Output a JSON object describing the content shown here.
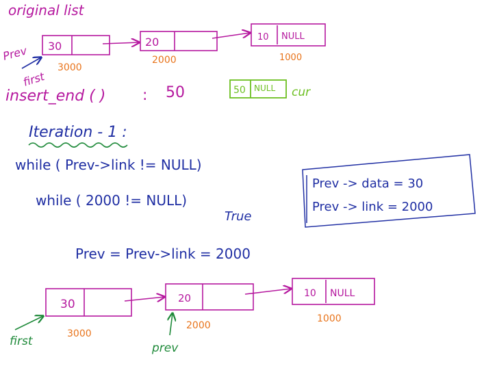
{
  "original": {
    "title": "original list",
    "nodes": [
      {
        "data": "30",
        "link": "",
        "addr": "3000"
      },
      {
        "data": "20",
        "link": "",
        "addr": "2000"
      },
      {
        "data": "10",
        "link": "NULL",
        "addr": "1000"
      }
    ],
    "prev_label": "Prev",
    "first_label": "first"
  },
  "insert": {
    "call": "insert_end ( )",
    "colon": ":",
    "value": "50",
    "new_node": {
      "data": "50",
      "link": "NULL"
    },
    "cur_label": "cur"
  },
  "iteration": {
    "title": "Iteration - 1 :",
    "line1": "while ( Prev->link != NULL)",
    "line2": "while ( 2000 != NULL)",
    "result": "True",
    "assign": "Prev = Prev->link = 2000"
  },
  "infobox": {
    "line1": "Prev -> data = 30",
    "line2": "Prev -> link = 2000"
  },
  "updated": {
    "nodes": [
      {
        "data": "30",
        "link": "",
        "addr": "3000"
      },
      {
        "data": "20",
        "link": "",
        "addr": "2000"
      },
      {
        "data": "10",
        "link": "NULL",
        "addr": "1000"
      }
    ],
    "first_label": "first",
    "prev_label": "prev"
  }
}
